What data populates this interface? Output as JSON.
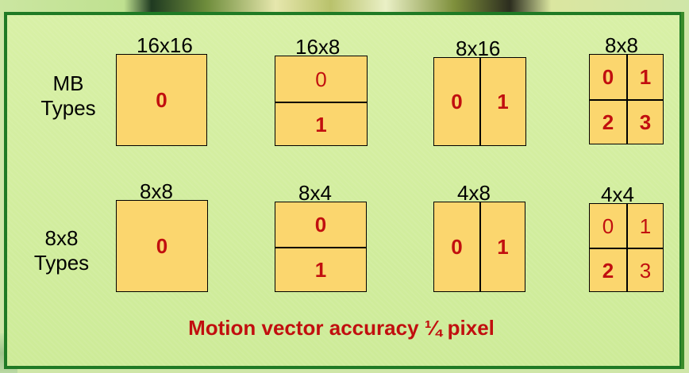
{
  "row_labels": {
    "mb": [
      "MB",
      "Types"
    ],
    "sub": [
      "8x8",
      "Types"
    ]
  },
  "mb_types": [
    {
      "size": "16x16",
      "partitions": [
        "0"
      ]
    },
    {
      "size": "16x8",
      "partitions": [
        "0",
        "1"
      ]
    },
    {
      "size": "8x16",
      "partitions": [
        "0",
        "1"
      ]
    },
    {
      "size": "8x8",
      "partitions": [
        "0",
        "1",
        "2",
        "3"
      ]
    }
  ],
  "sub_types": [
    {
      "size": "8x8",
      "partitions": [
        "0"
      ]
    },
    {
      "size": "8x4",
      "partitions": [
        "0",
        "1"
      ]
    },
    {
      "size": "4x8",
      "partitions": [
        "0",
        "1"
      ]
    },
    {
      "size": "4x4",
      "partitions": [
        "0",
        "1",
        "2",
        "3"
      ]
    }
  ],
  "footer": "Motion vector accuracy ¼ pixel",
  "colors": {
    "panel_border": "#1f7a24",
    "panel_fill": "#d2ec9e",
    "block_fill": "#fbd66e",
    "index_text": "#c10f0f"
  }
}
